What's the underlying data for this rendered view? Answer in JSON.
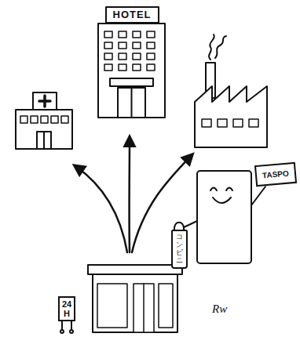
{
  "diagram": {
    "nodes": [
      {
        "text": [
          "HOTEL"
        ]
      },
      {
        "text": [
          "TASPO"
        ]
      },
      {
        "text": [
          "コンビニ"
        ]
      },
      {
        "text": [
          "24H"
        ]
      }
    ],
    "labels": [
      "Rw"
    ]
  }
}
